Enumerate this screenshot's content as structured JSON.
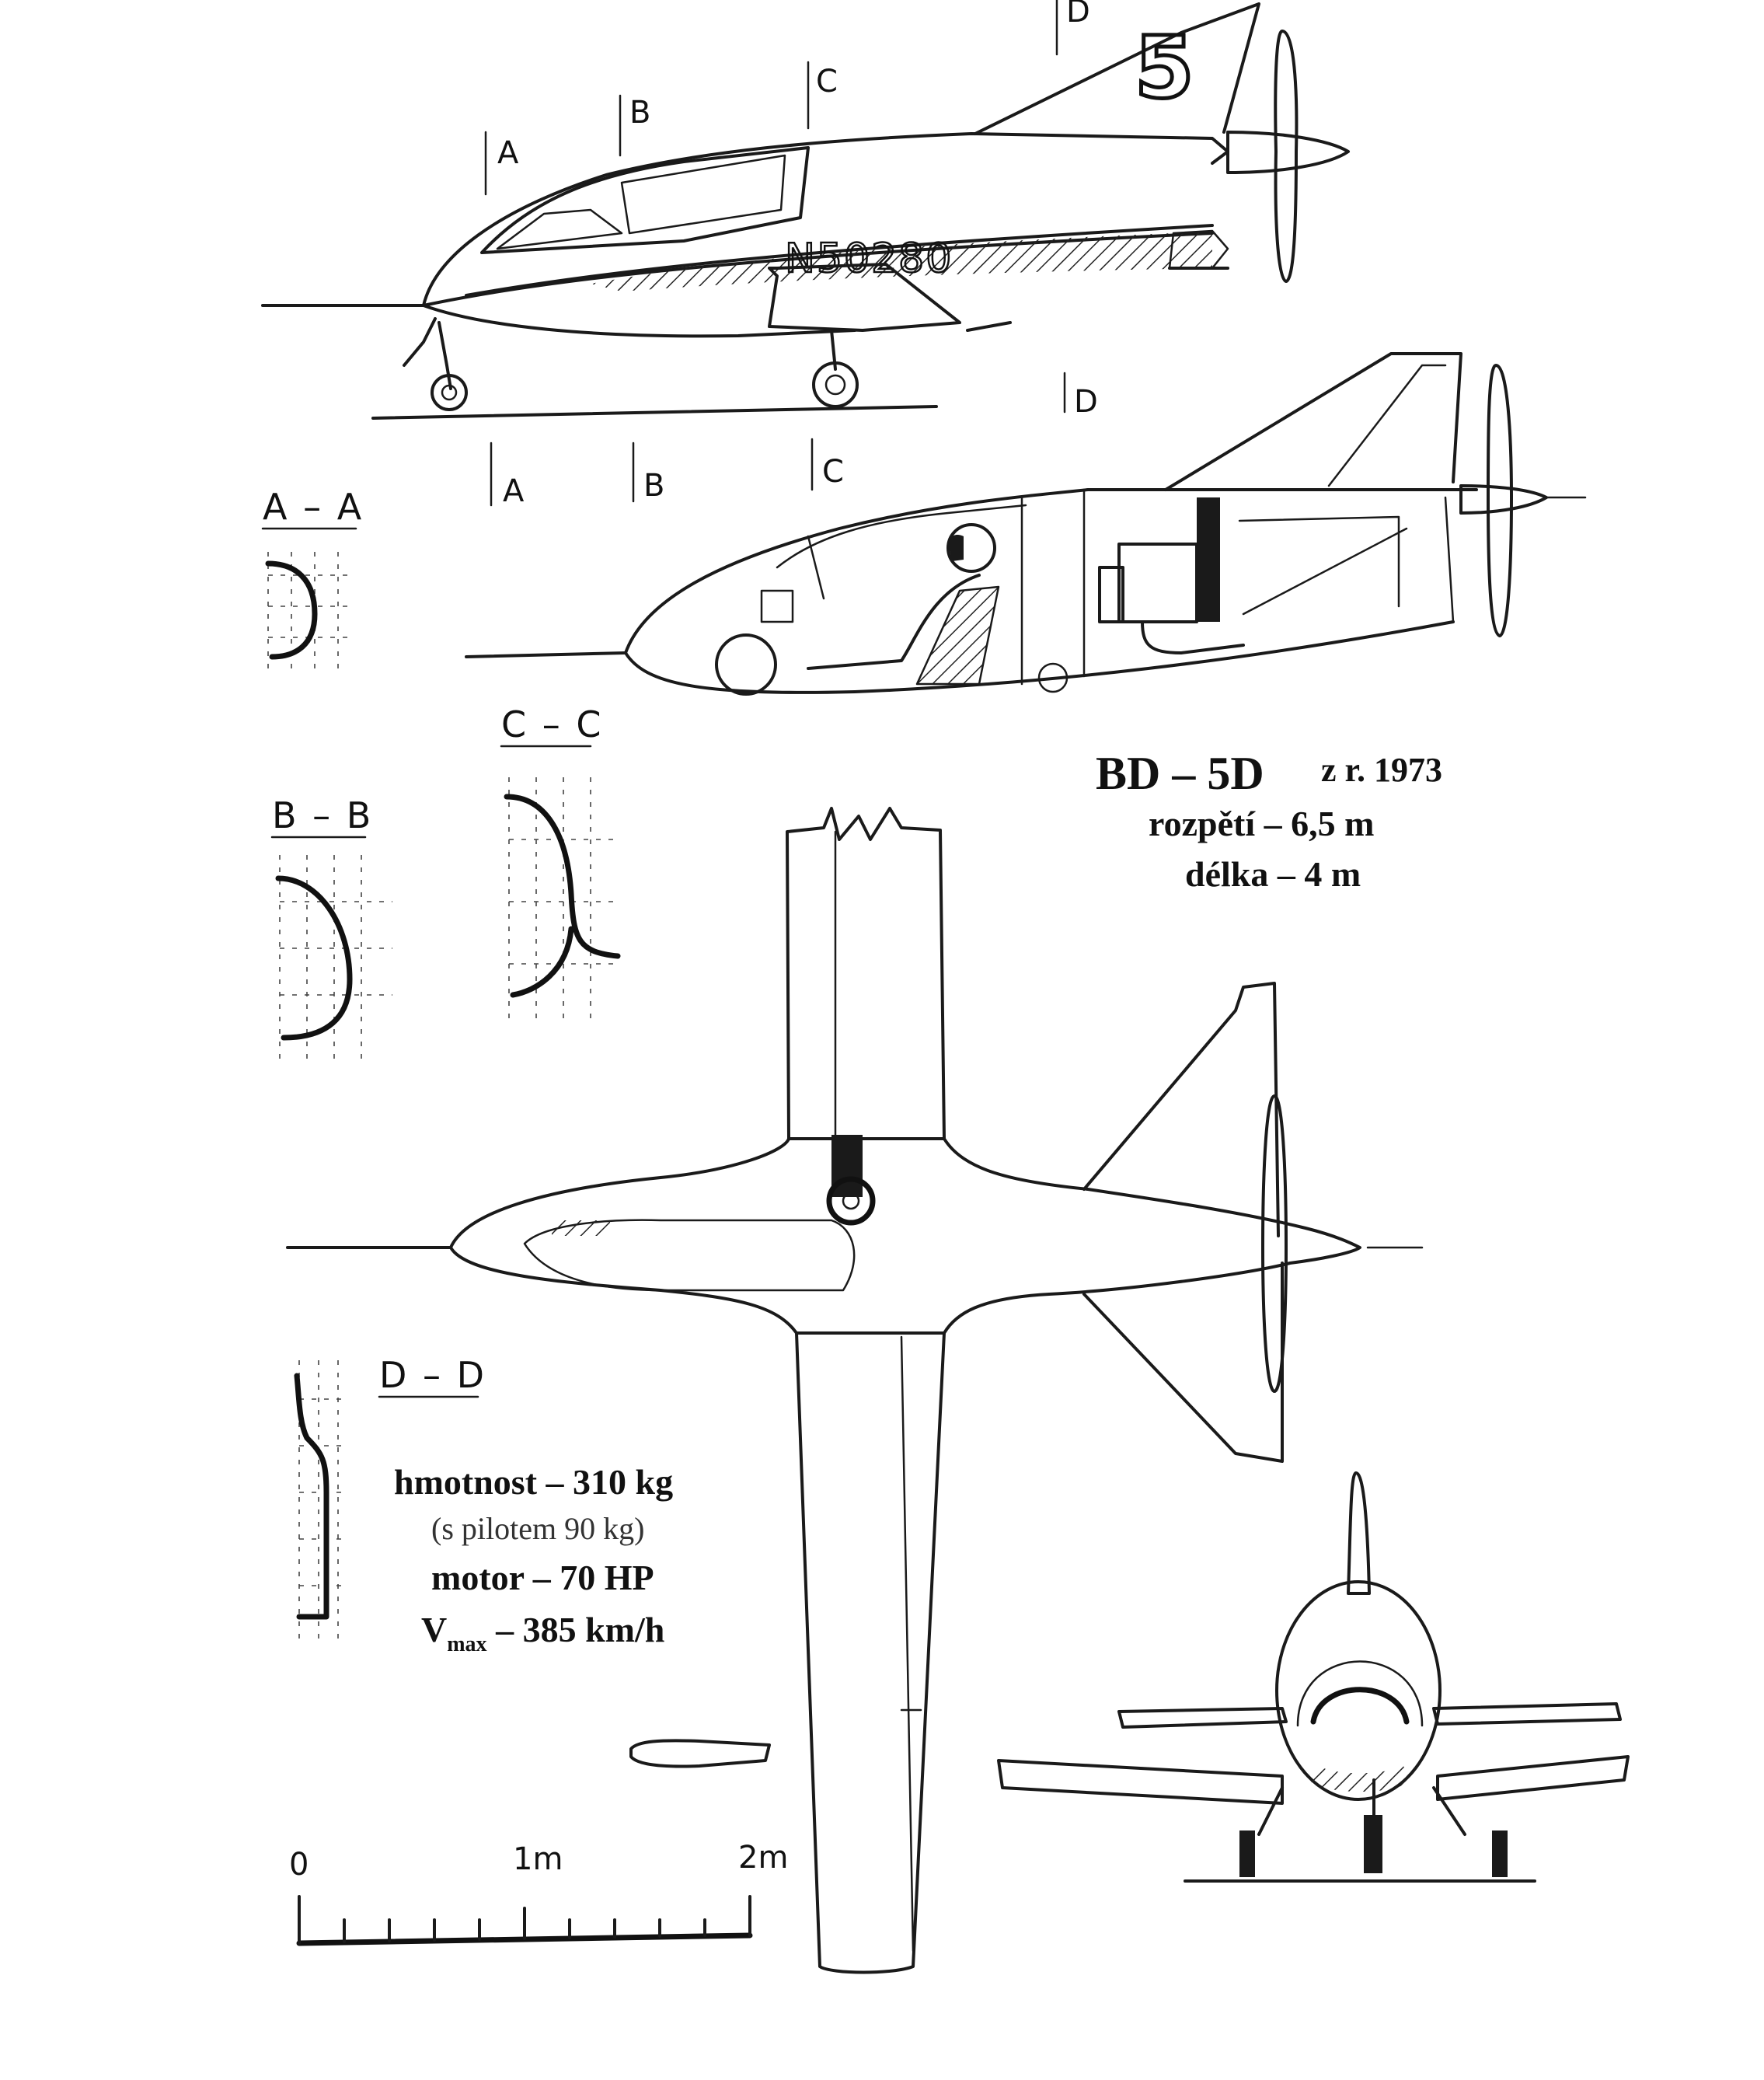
{
  "side_view": {
    "cut_labels_top": [
      "A",
      "B",
      "C",
      "D"
    ],
    "registration": "N50280",
    "tail_number": "5"
  },
  "cutaway_view": {
    "cut_labels": [
      "A",
      "B",
      "C",
      "D"
    ]
  },
  "sections": {
    "a": "A – A",
    "b": "B – B",
    "c": "C – C",
    "d": "D – D"
  },
  "title_block": {
    "model": "BD – 5D",
    "year": "z r. 1973",
    "span": "rozpětí – 6,5 m",
    "length": "délka – 4 m"
  },
  "specs": {
    "mass": "hmotnost – 310 kg",
    "pilot": "(s pilotem 90 kg)",
    "engine": "motor – 70 HP",
    "vmax_prefix": "V",
    "vmax_sub": "max",
    "vmax_value": " – 385 km/h"
  },
  "scale_bar": {
    "label_0": "0",
    "label_1": "1m",
    "label_2": "2m"
  }
}
